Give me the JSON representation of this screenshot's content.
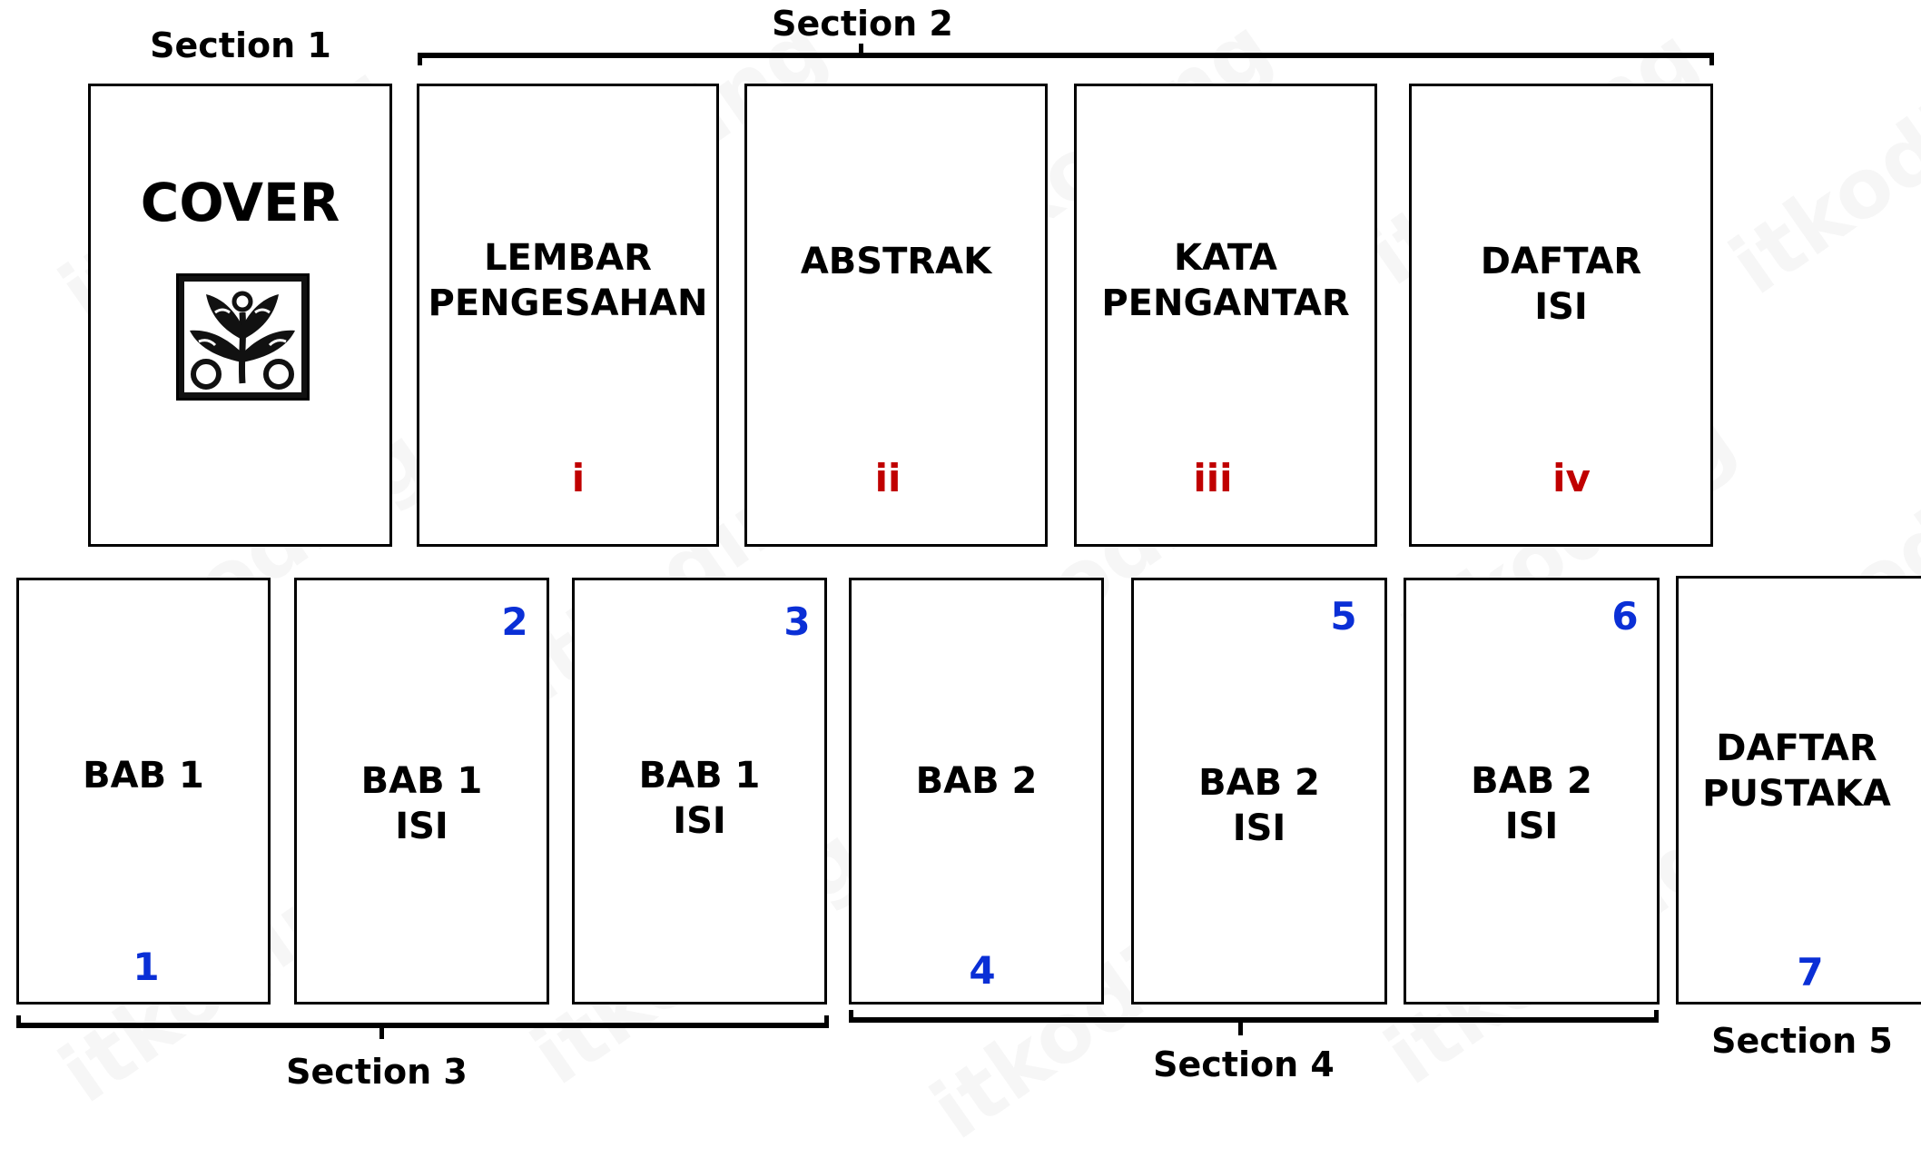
{
  "colors": {
    "roman_numeral": "#c00000",
    "arabic_numeral": "#0a2fd6",
    "text": "#000000"
  },
  "watermark": "itkoding",
  "sections": {
    "s1": "Section 1",
    "s2": "Section 2",
    "s3": "Section 3",
    "s4": "Section 4",
    "s5": "Section 5"
  },
  "cover": {
    "title": "COVER",
    "emblem_icon": "ornament-emblem-icon"
  },
  "front_pages": [
    {
      "line1": "LEMBAR",
      "line2": "PENGESAHAN",
      "number": "i"
    },
    {
      "line1": "ABSTRAK",
      "line2": "",
      "number": "ii"
    },
    {
      "line1": "KATA",
      "line2": "PENGANTAR",
      "number": "iii"
    },
    {
      "line1": "DAFTAR",
      "line2": "ISI",
      "number": "iv"
    }
  ],
  "body_pages": [
    {
      "line1": "BAB 1",
      "line2": "",
      "number": "1"
    },
    {
      "line1": "BAB 1",
      "line2": "ISI",
      "number": "2"
    },
    {
      "line1": "BAB 1",
      "line2": "ISI",
      "number": "3"
    },
    {
      "line1": "BAB 2",
      "line2": "",
      "number": "4"
    },
    {
      "line1": "BAB 2",
      "line2": "ISI",
      "number": "5"
    },
    {
      "line1": "BAB 2",
      "line2": "ISI",
      "number": "6"
    },
    {
      "line1": "DAFTAR",
      "line2": "PUSTAKA",
      "number": "7"
    }
  ]
}
